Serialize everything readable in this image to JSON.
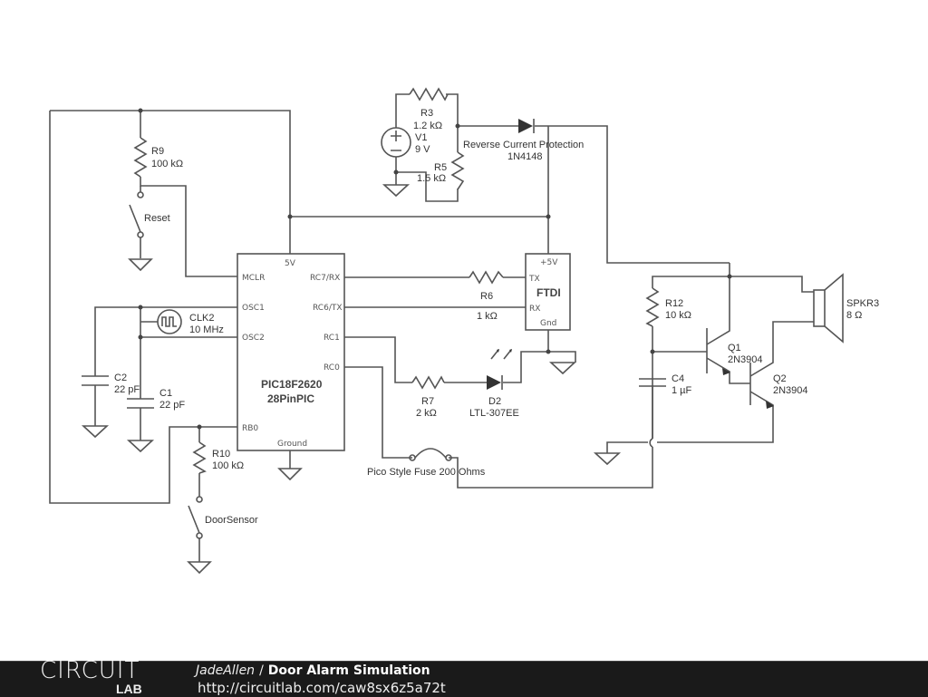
{
  "components": {
    "r9": {
      "name": "R9",
      "value": "100 kΩ"
    },
    "reset": {
      "name": "Reset"
    },
    "r3": {
      "name": "R3",
      "value": "1.2 kΩ"
    },
    "v1": {
      "name": "V1",
      "value": "9 V"
    },
    "r5": {
      "name": "R5",
      "value": "1.5 kΩ"
    },
    "d1": {
      "name": "Reverse Current Protection",
      "value": "1N4148"
    },
    "pic": {
      "name": "PIC18F2620",
      "value": "28PinPIC",
      "pins": {
        "top": "5V",
        "mclr": "MCLR",
        "osc1": "OSC1",
        "osc2": "OSC2",
        "rb0": "RB0",
        "rc7": "RC7/RX",
        "rc6": "RC6/TX",
        "rc1": "RC1",
        "rc0": "RC0",
        "bottom": "Ground"
      }
    },
    "ftdi": {
      "name": "FTDI",
      "pins": {
        "top": "+5V",
        "tx": "TX",
        "rx": "RX",
        "gnd": "Gnd"
      }
    },
    "r6": {
      "name": "R6",
      "value": "1 kΩ"
    },
    "r7": {
      "name": "R7",
      "value": "2 kΩ"
    },
    "d2": {
      "name": "D2",
      "value": "LTL-307EE"
    },
    "clk2": {
      "name": "CLK2",
      "value": "10 MHz"
    },
    "c2": {
      "name": "C2",
      "value": "22 pF"
    },
    "c1": {
      "name": "C1",
      "value": "22 pF"
    },
    "r10": {
      "name": "R10",
      "value": "100 kΩ"
    },
    "doorsensor": {
      "name": "DoorSensor"
    },
    "fuse": {
      "name": "Pico Style Fuse 200 Ohms"
    },
    "r12": {
      "name": "R12",
      "value": "10 kΩ"
    },
    "c4": {
      "name": "C4",
      "value": "1 µF"
    },
    "q1": {
      "name": "Q1",
      "value": "2N3904"
    },
    "q2": {
      "name": "Q2",
      "value": "2N3904"
    },
    "spkr3": {
      "name": "SPKR3",
      "value": "8 Ω"
    }
  },
  "footer": {
    "logo_top": "CIRCUIT",
    "logo_bottom": "LAB",
    "author": "JadeAllen",
    "separator": "/",
    "title": "Door Alarm Simulation",
    "url": "http://circuitlab.com/caw8sx6z5a72t"
  }
}
